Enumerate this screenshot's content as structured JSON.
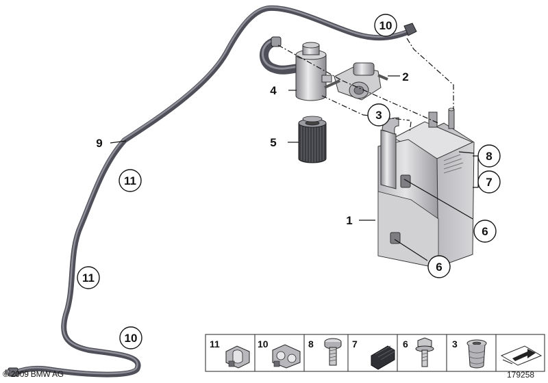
{
  "copyright": "© 2009 BMW AG",
  "diagram_id": "179258",
  "callouts": {
    "c1": "1",
    "c2": "2",
    "c3": "3",
    "c4": "4",
    "c5": "5",
    "c6a": "6",
    "c6b": "6",
    "c7": "7",
    "c8": "8",
    "c9": "9",
    "c10a": "10",
    "c10b": "10",
    "c11a": "11",
    "c11b": "11"
  },
  "legend": [
    "11",
    "10",
    "8",
    "7",
    "6",
    "3"
  ],
  "colors": {
    "hose": "#5e5f69",
    "hose_highlight": "#8c8d96",
    "canister": "#c9c9cc",
    "canister_dark": "#8f8f94",
    "line": "#111111"
  }
}
